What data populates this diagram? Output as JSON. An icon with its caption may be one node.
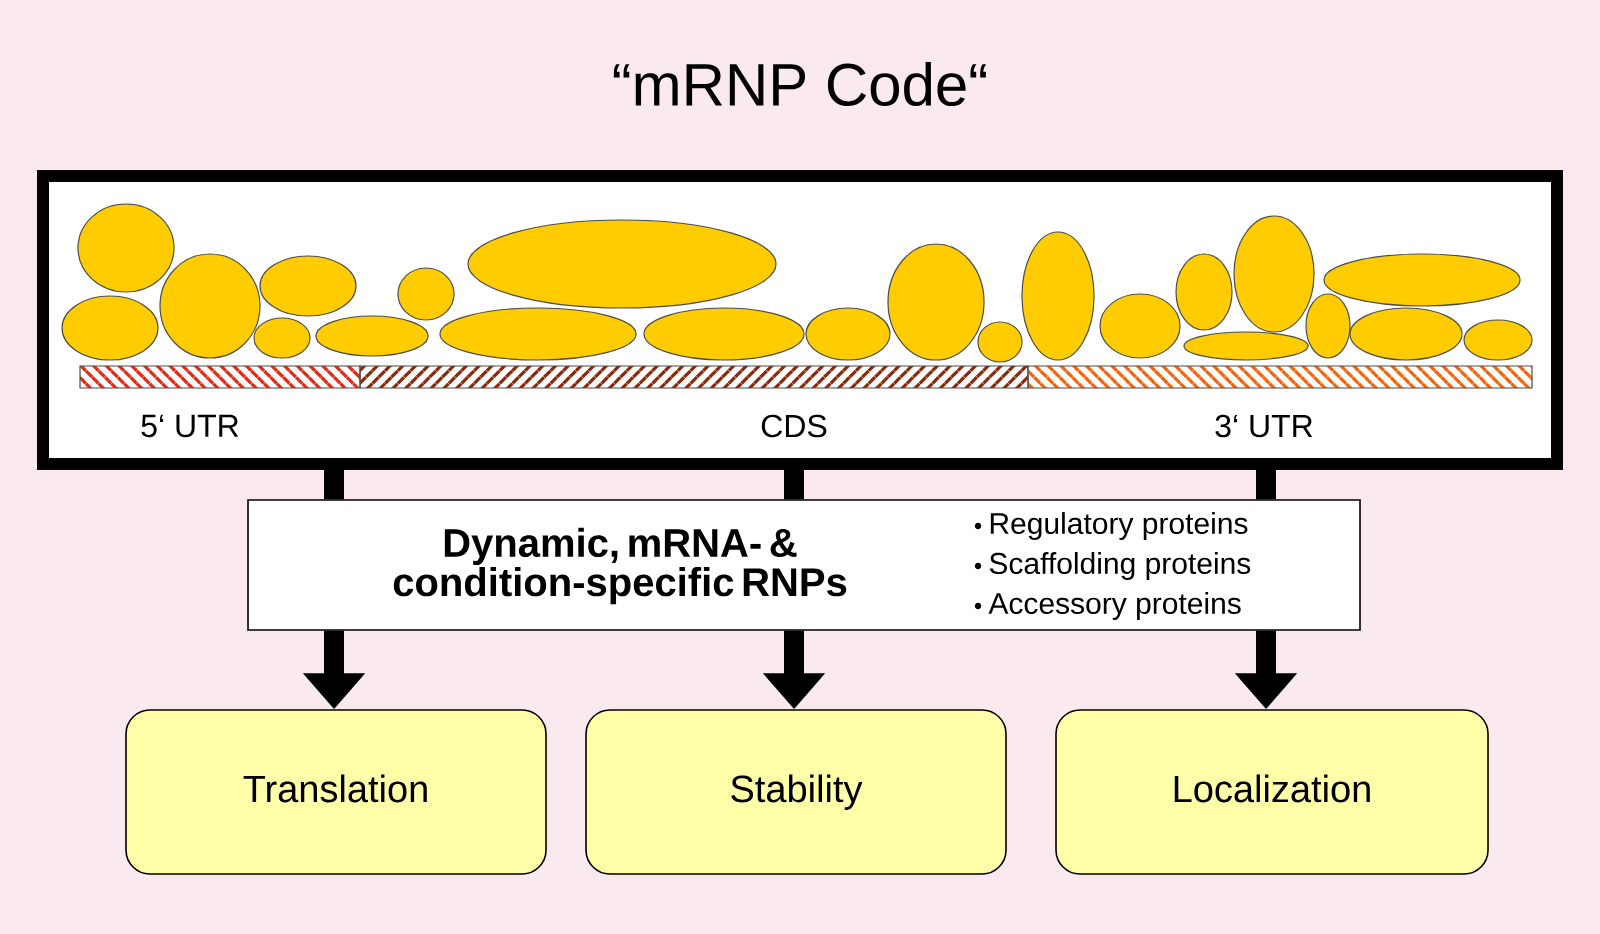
{
  "diagram": {
    "title": "“mRNP Code“",
    "nodes": [
      {
        "text": [],
        "shape": "box"
      },
      {
        "text": [
          "5‘ UTR"
        ],
        "in": 0
      },
      {
        "text": [
          "CDS"
        ],
        "in": 0
      },
      {
        "text": [
          "3‘ UTR"
        ],
        "in": 0
      },
      {
        "text": [
          "Dynamic, mRNA- & condition-specific RNPs",
          "Regulatory proteins",
          "Scaffolding proteins",
          "Accessory proteins"
        ]
      },
      {
        "text": [
          "Translation"
        ]
      },
      {
        "text": [
          "Stability"
        ]
      },
      {
        "text": [
          "Localization"
        ]
      }
    ],
    "edges": [
      {
        "from": 0,
        "to": 4,
        "arrow": "none"
      },
      {
        "from": 0,
        "to": 4,
        "arrow": "none"
      },
      {
        "from": 0,
        "to": 4,
        "arrow": "none"
      },
      {
        "from": 4,
        "to": 5,
        "arrow": "to"
      },
      {
        "from": 4,
        "to": 6,
        "arrow": "to"
      },
      {
        "from": 4,
        "to": 7,
        "arrow": "to"
      }
    ]
  }
}
